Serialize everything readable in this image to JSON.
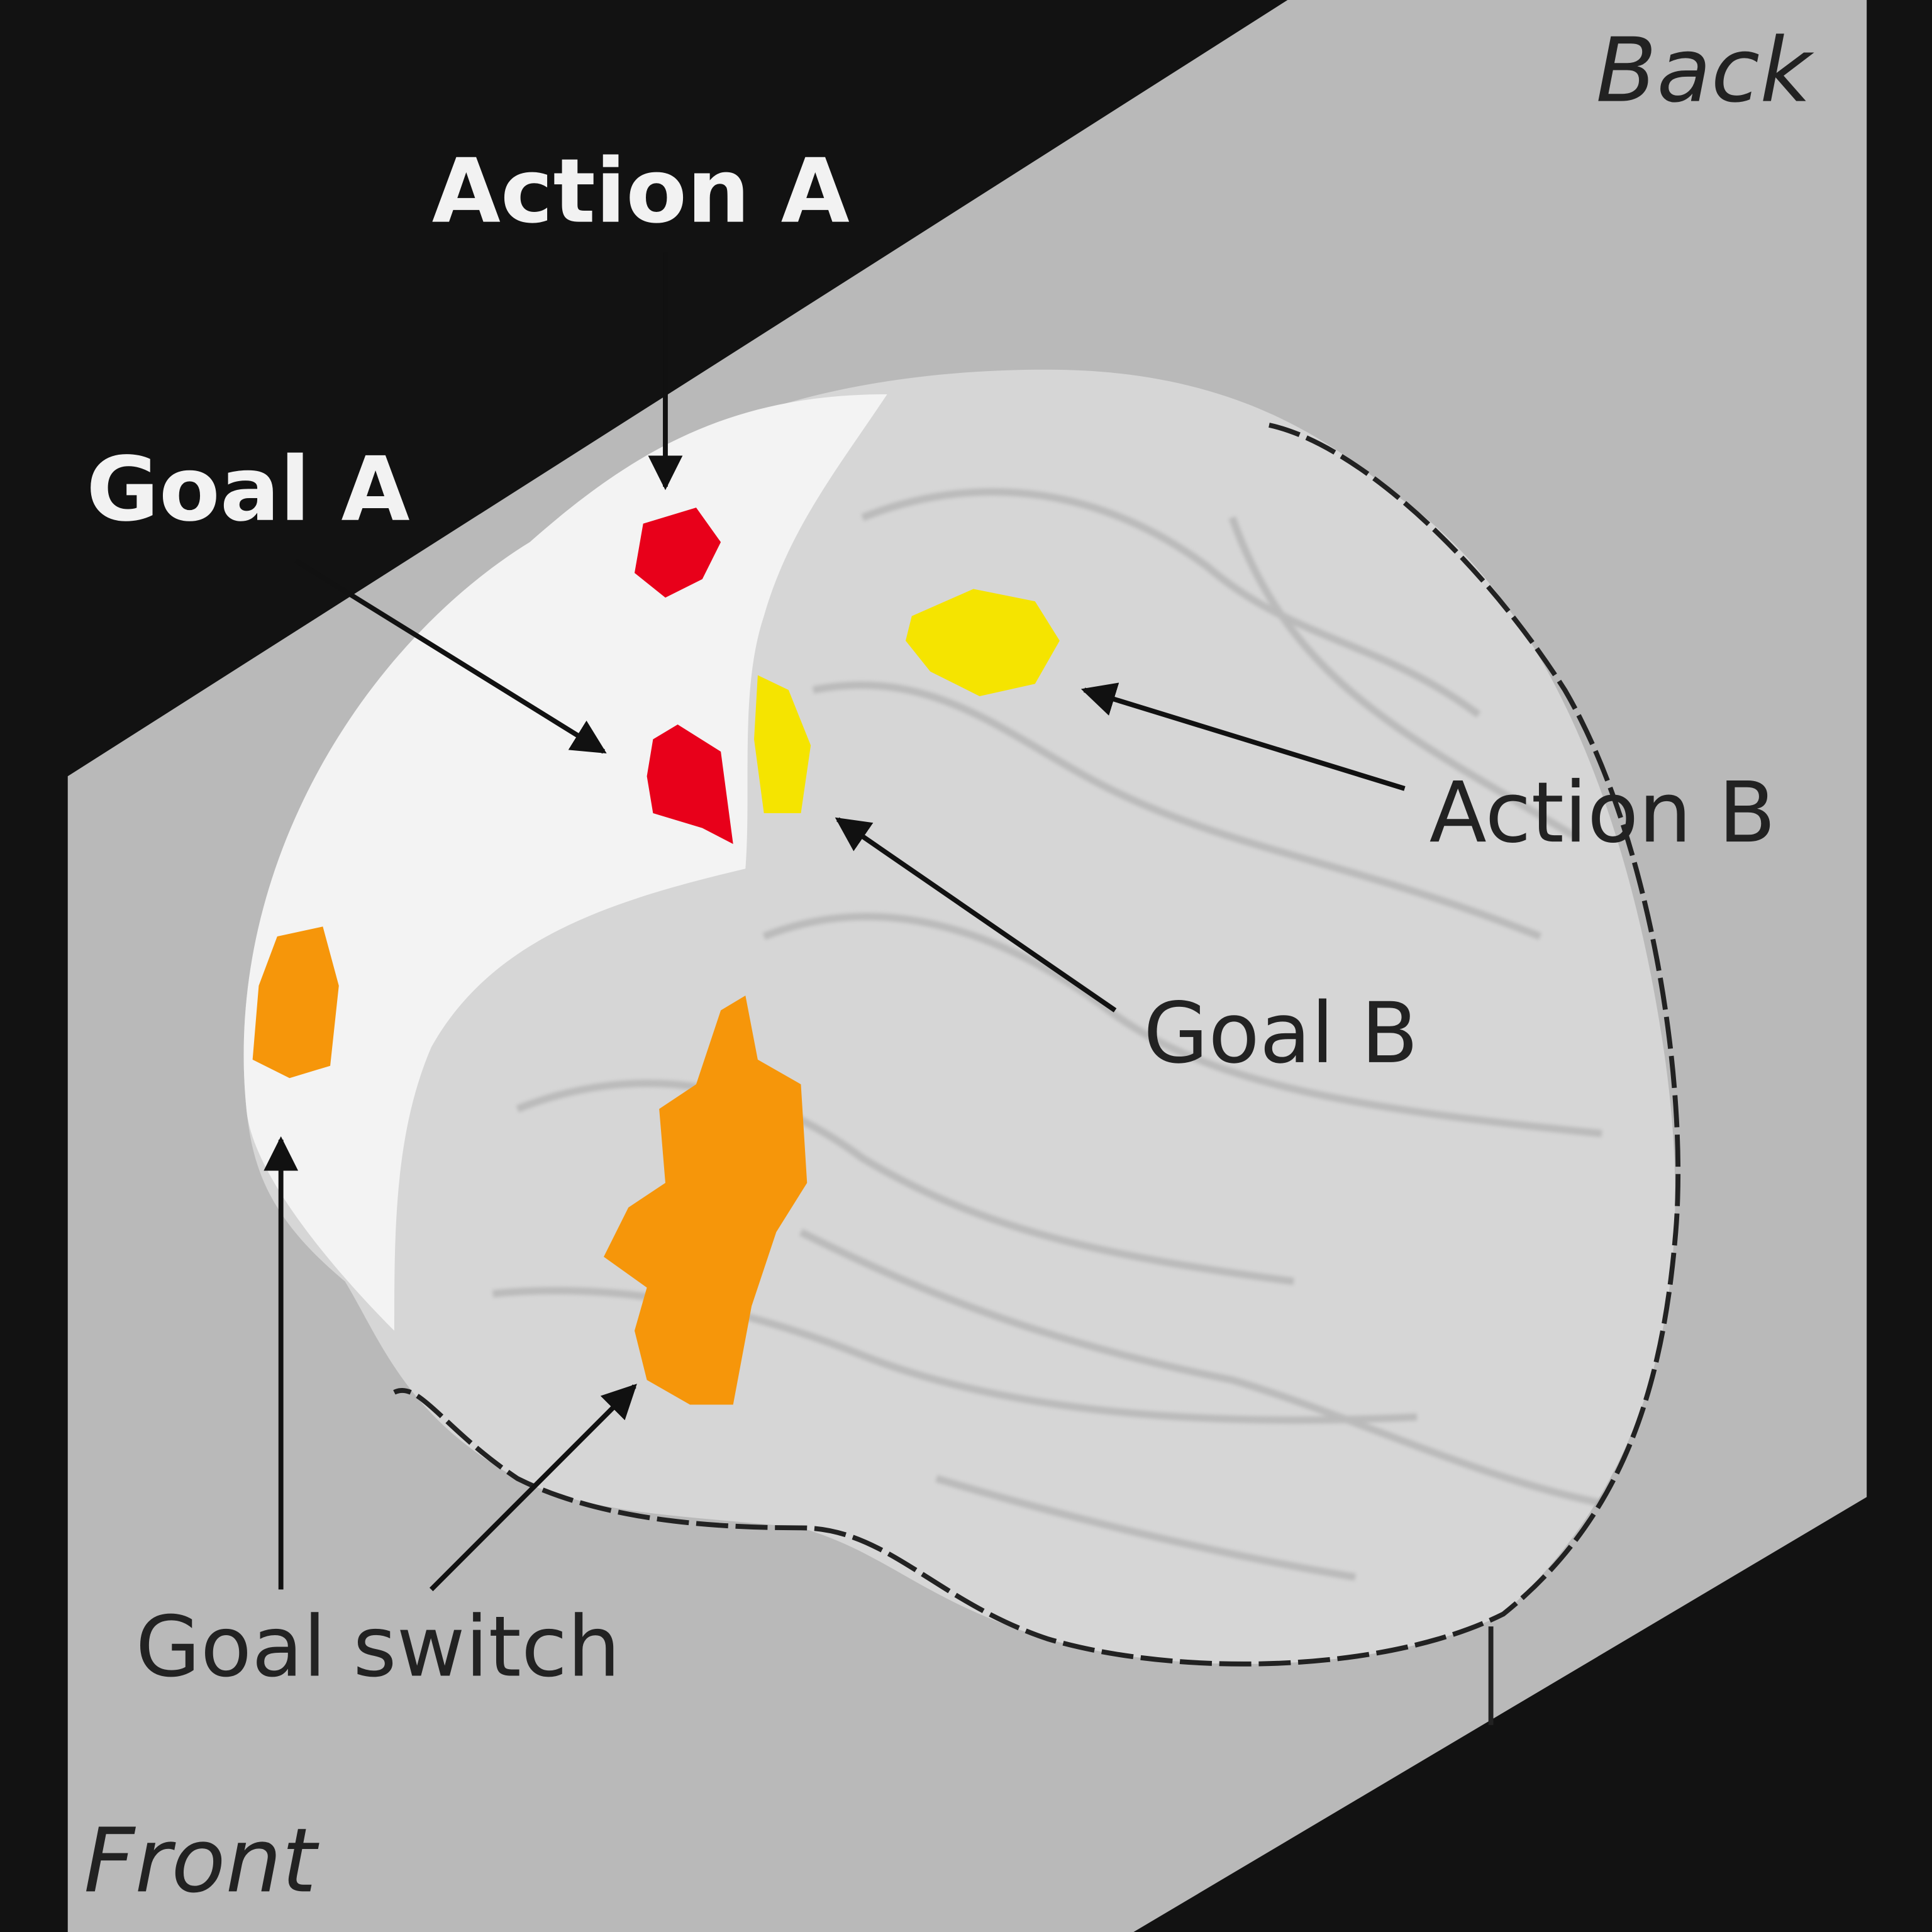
{
  "labels": {
    "back": "Back",
    "front": "Front",
    "action_a": "Action A",
    "goal_a": "Goal A",
    "action_b": "Action B",
    "goal_b": "Goal B",
    "goal_switch": "Goal switch"
  },
  "colors": {
    "background": "#121212",
    "panel": "#b9b9b9",
    "brain": "#d6d6d6",
    "frontal": "#f3f3f3",
    "action_a": "#e8001a",
    "goal_a": "#e8001a",
    "action_b": "#f5e400",
    "goal_b": "#f5e400",
    "goal_switch": "#f6960a"
  }
}
